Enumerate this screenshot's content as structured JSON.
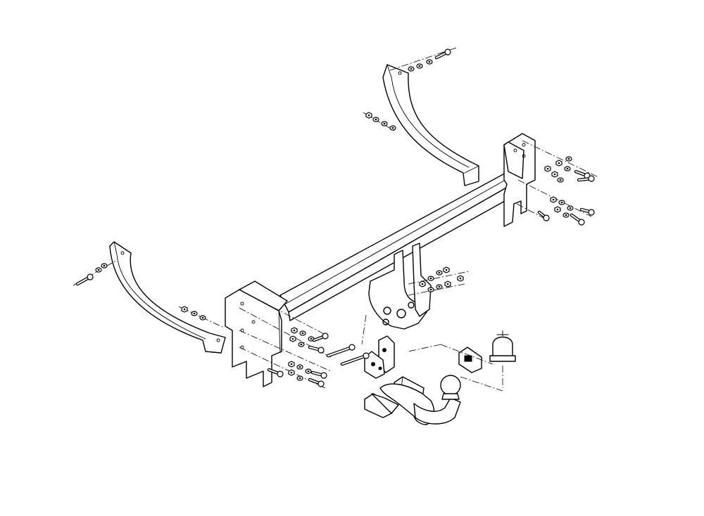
{
  "diagram": {
    "kind": "exploded-assembly-drawing",
    "background": "#ffffff",
    "line_color": "#000000",
    "parts": [
      "crossbar",
      "left-side-bracket",
      "right-side-bracket",
      "left-mounting-plate",
      "right-mounting-plate",
      "center-ball-mount-bracket",
      "tow-ball",
      "wiring-socket",
      "socket-cover",
      "socket-mounting-plate",
      "clamp-block"
    ]
  }
}
